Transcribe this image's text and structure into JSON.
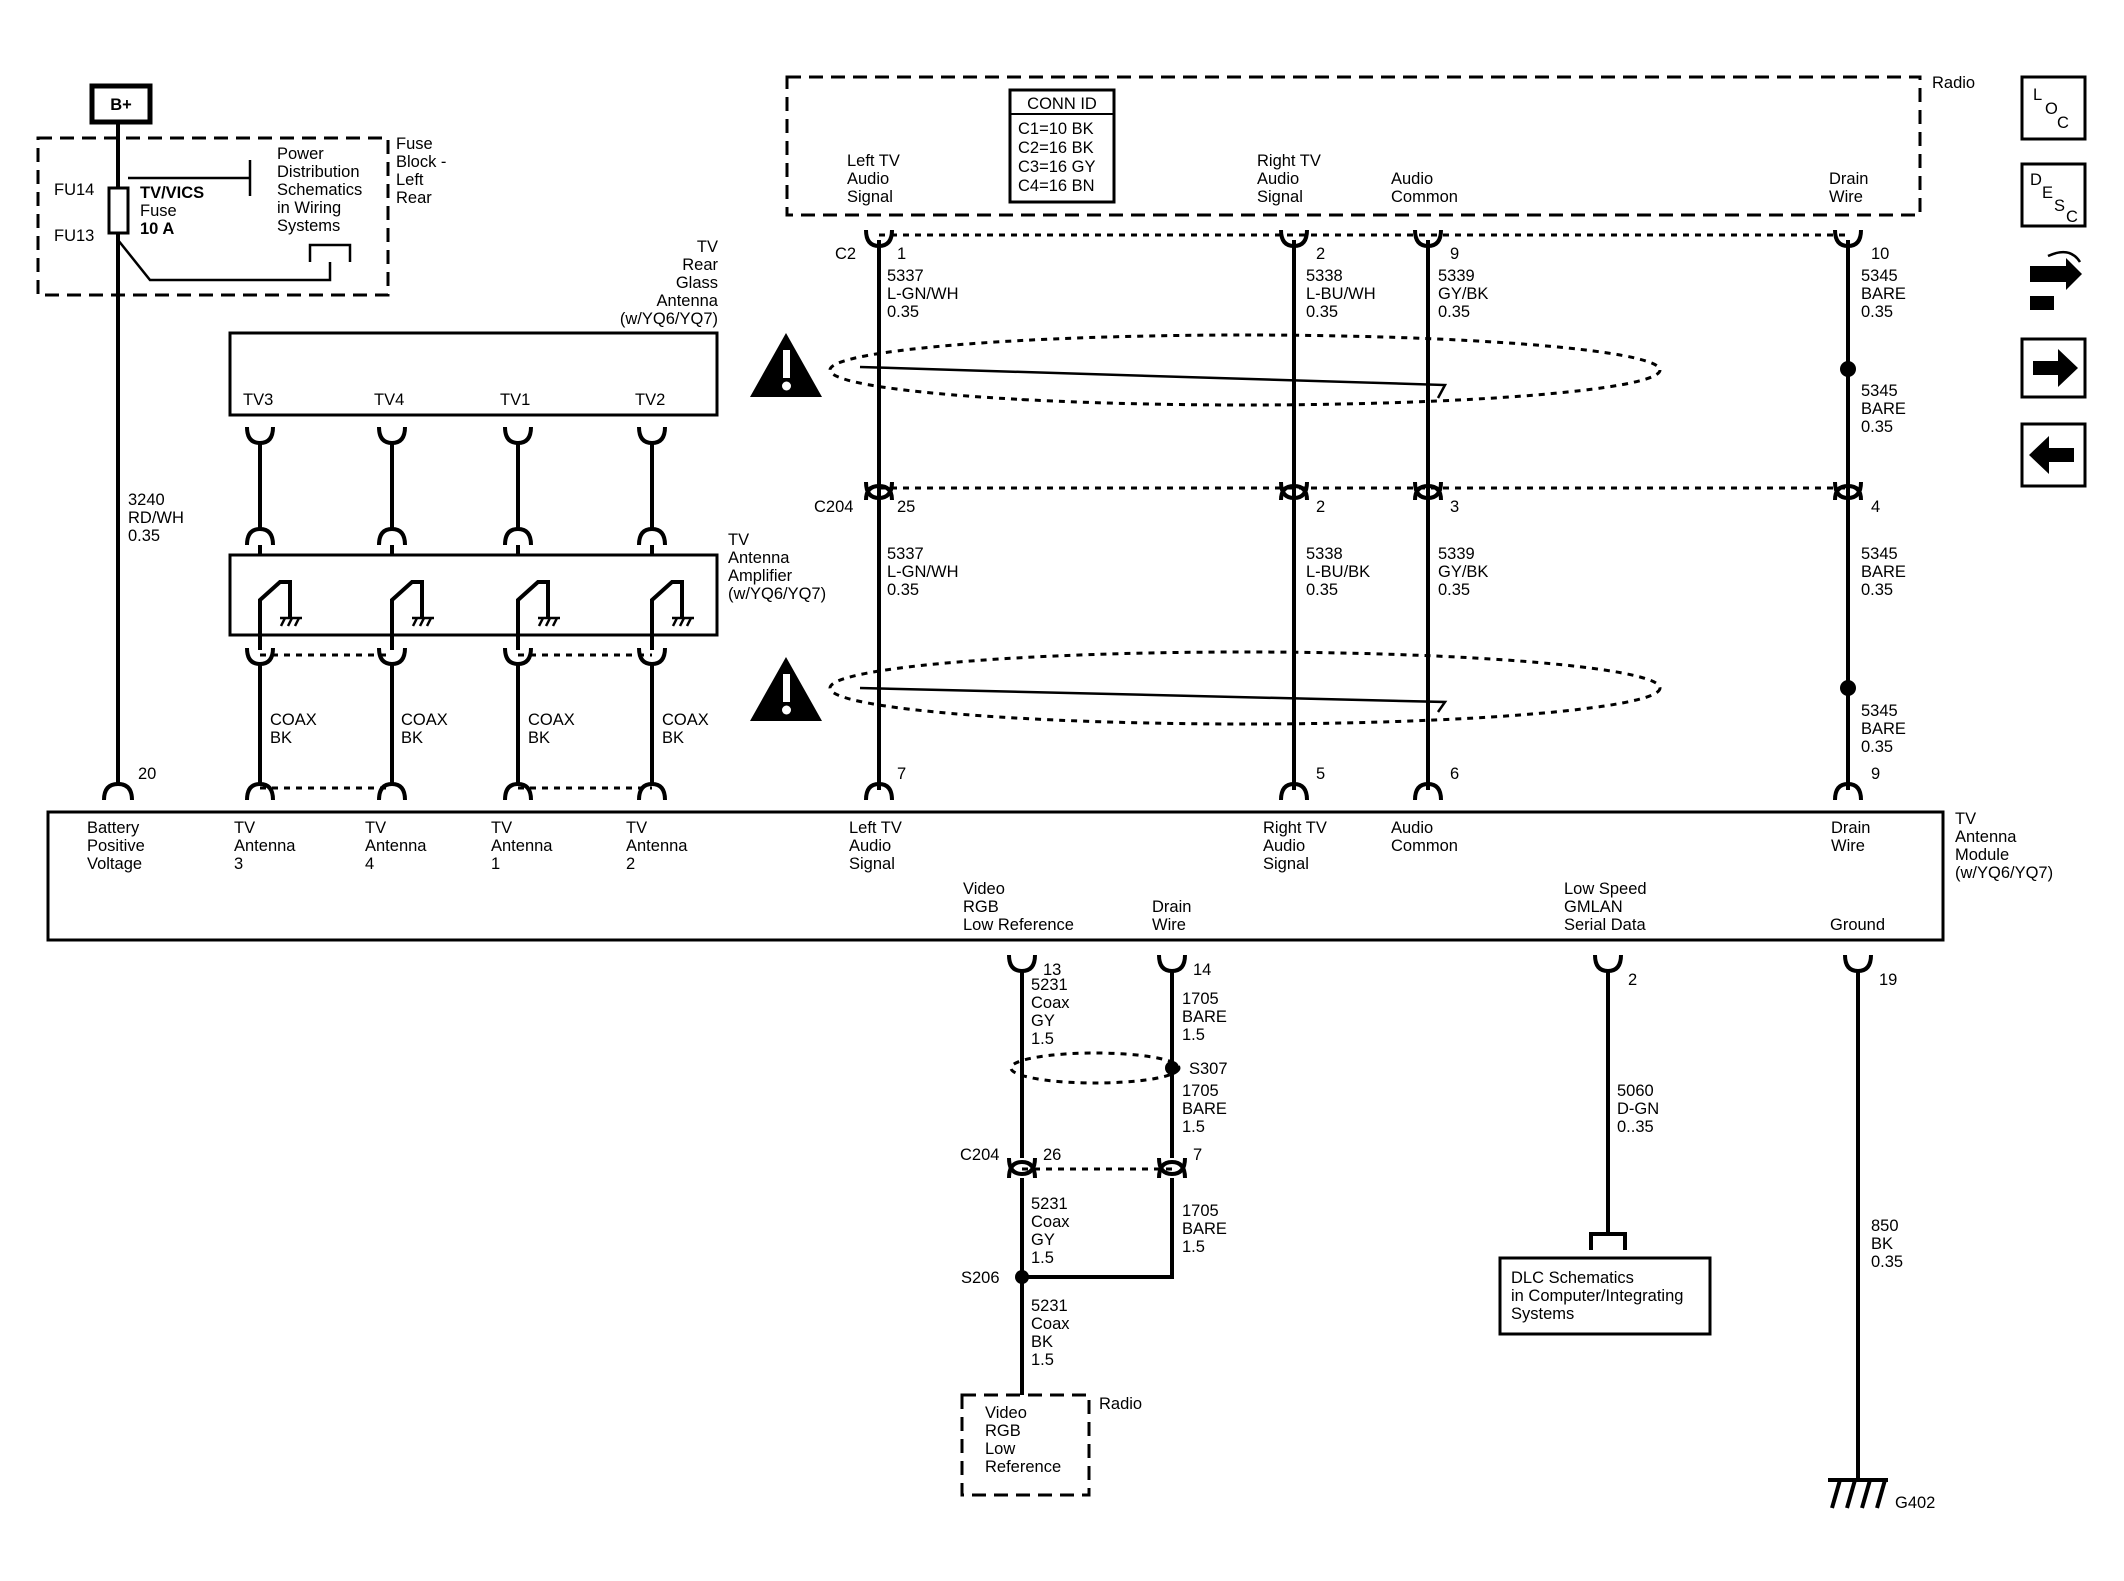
{
  "power": {
    "bplus": "B+",
    "fu14": "FU14",
    "fu13": "FU13",
    "fuse_lines": [
      "TV/VICS",
      "Fuse",
      "10 A"
    ],
    "fuse_block_lines": [
      "Fuse",
      "Block -",
      "Left",
      "Rear"
    ],
    "pd_lines": [
      "Power",
      "Distribution",
      "Schematics",
      "in Wiring",
      "Systems"
    ],
    "wire_3240": [
      "3240",
      "RD/WH",
      "0.35"
    ],
    "pin_20": "20"
  },
  "radio": {
    "label": "Radio",
    "conn_id": {
      "title": "CONN ID",
      "rows": [
        "C1=10 BK",
        "C2=16 BK",
        "C3=16 GY",
        "C4=16 BN"
      ]
    },
    "sig_left": [
      "Left TV",
      "Audio",
      "Signal"
    ],
    "sig_right": [
      "Right TV",
      "Audio",
      "Signal"
    ],
    "sig_common": [
      "Audio",
      "Common"
    ],
    "sig_drain": [
      "Drain",
      "Wire"
    ]
  },
  "c2": {
    "label": "C2",
    "pins": [
      "1",
      "2",
      "9",
      "10"
    ],
    "wires": [
      [
        "5337",
        "L-GN/WH",
        "0.35"
      ],
      [
        "5338",
        "L-BU/WH",
        "0.35"
      ],
      [
        "5339",
        "GY/BK",
        "0.35"
      ],
      [
        "5345",
        "BARE",
        "0.35"
      ]
    ],
    "drain_lower": [
      "5345",
      "BARE",
      "0.35"
    ]
  },
  "c204_top": {
    "label": "C204",
    "pins": [
      "25",
      "2",
      "3",
      "4"
    ],
    "wires": [
      [
        "5337",
        "L-GN/WH",
        "0.35"
      ],
      [
        "5338",
        "L-BU/BK",
        "0.35"
      ],
      [
        "5339",
        "GY/BK",
        "0.35"
      ],
      [
        "5345",
        "BARE",
        "0.35"
      ]
    ],
    "drain_lower": [
      "5345",
      "BARE",
      "0.35"
    ]
  },
  "rear_glass_antenna": {
    "lines": [
      "TV",
      "Rear",
      "Glass",
      "Antenna",
      "(w/YQ6/YQ7)"
    ],
    "terminals": [
      "TV3",
      "TV4",
      "TV1",
      "TV2"
    ]
  },
  "amplifier": {
    "lines": [
      "TV",
      "Antenna",
      "Amplifier",
      "(w/YQ6/YQ7)"
    ]
  },
  "coax": {
    "line1": "COAX",
    "line2": "BK"
  },
  "module": {
    "side_label": [
      "TV",
      "Antenna",
      "Module",
      "(w/YQ6/YQ7)"
    ],
    "pins": [
      "7",
      "5",
      "6",
      "9"
    ],
    "items": {
      "battery": [
        "Battery",
        "Positive",
        "Voltage"
      ],
      "ant3": [
        "TV",
        "Antenna",
        "3"
      ],
      "ant4": [
        "TV",
        "Antenna",
        "4"
      ],
      "ant1": [
        "TV",
        "Antenna",
        "1"
      ],
      "ant2": [
        "TV",
        "Antenna",
        "2"
      ],
      "left": [
        "Left TV",
        "Audio",
        "Signal"
      ],
      "right": [
        "Right TV",
        "Audio",
        "Signal"
      ],
      "common": [
        "Audio",
        "Common"
      ],
      "drain": [
        "Drain",
        "Wire"
      ],
      "video": [
        "Video",
        "RGB",
        "Low Reference"
      ],
      "drain2": [
        "Drain",
        "Wire"
      ],
      "gmlan": [
        "Low Speed",
        "GMLAN",
        "Serial Data"
      ],
      "ground": [
        "Ground"
      ]
    }
  },
  "lower": {
    "pin_13": "13",
    "pin_14": "14",
    "pin_2": "2",
    "pin_19": "19",
    "w5231_a": [
      "5231",
      "Coax",
      "GY",
      "1.5"
    ],
    "w1705_a": [
      "1705",
      "BARE",
      "1.5"
    ],
    "s307": "S307",
    "w1705_b": [
      "1705",
      "BARE",
      "1.5"
    ],
    "c204_label": "C204",
    "c204_pin26": "26",
    "c204_pin7": "7",
    "w5231_b": [
      "5231",
      "Coax",
      "GY",
      "1.5"
    ],
    "w1705_c": [
      "1705",
      "BARE",
      "1.5"
    ],
    "s206": "S206",
    "w5231_c": [
      "5231",
      "Coax",
      "BK",
      "1.5"
    ],
    "radio_box": [
      "Video",
      "RGB",
      "Low",
      "Reference"
    ],
    "radio_label": "Radio",
    "w5060": [
      "5060",
      "D-GN",
      "0..35"
    ],
    "dlc": [
      "DLC Schematics",
      "in Computer/Integrating",
      "Systems"
    ],
    "w850": [
      "850",
      "BK",
      "0.35"
    ],
    "g402": "G402"
  },
  "nav": {
    "loc": [
      "L",
      "O",
      "C"
    ],
    "desc": [
      "D",
      "E",
      "S",
      "C"
    ]
  }
}
